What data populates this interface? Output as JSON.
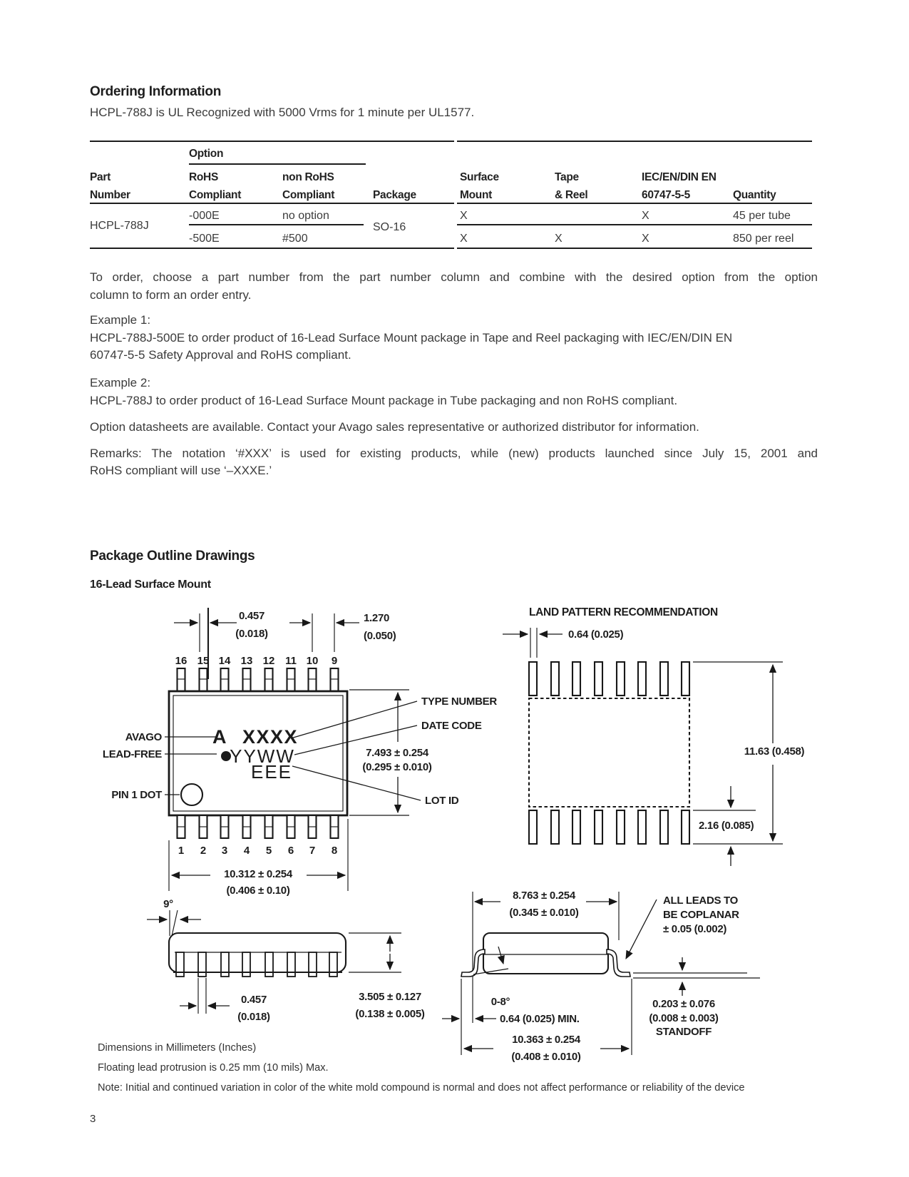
{
  "page_number": "3",
  "ordering": {
    "heading": "Ordering Information",
    "intro": "HCPL-788J is UL Recognized with 5000 Vrms for 1 minute per UL1577.",
    "table": {
      "option_group_label": "Option",
      "columns": {
        "part": [
          "Part",
          "Number"
        ],
        "rohs": [
          "RoHS",
          "Compliant"
        ],
        "non_rohs": [
          "non RoHS",
          "Compliant"
        ],
        "package": "Package",
        "surface": [
          "Surface",
          "Mount"
        ],
        "tape": [
          "Tape",
          "& Reel"
        ],
        "iec": [
          "IEC/EN/DIN EN",
          "60747-5-5"
        ],
        "quantity": "Quantity"
      },
      "part_number": "HCPL-788J",
      "package_value": "SO-16",
      "rows": [
        {
          "rohs": "-000E",
          "non_rohs": "no option",
          "surface": "X",
          "tape": "",
          "iec": "X",
          "quantity": "45 per tube"
        },
        {
          "rohs": "-500E",
          "non_rohs": "#500",
          "surface": "X",
          "tape": "X",
          "iec": "X",
          "quantity": "850 per reel"
        }
      ]
    },
    "para_order_lines": [
      "To order, choose a part number from the part number column and combine with the desired option from the option",
      "column to form an order entry."
    ],
    "example1_label": "Example 1:",
    "example1_lines": [
      "HCPL-788J-500E to order product of 16-Lead Surface Mount package in Tape and Reel packaging with IEC/EN/DIN EN",
      "60747-5-5 Safety Approval and RoHS compliant."
    ],
    "example2_label": "Example 2:",
    "example2_text": "HCPL-788J to order product of 16-Lead Surface Mount package in Tube packaging and non RoHS compliant.",
    "para_options": "Option datasheets are available. Contact your Avago sales representative or authorized distributor for information.",
    "para_remarks_lines": [
      "Remarks: The notation ‘#XXX’ is used for existing products, while (new) products launched since July 15, 2001 and",
      "RoHS compliant will use ‘–XXXE.’"
    ]
  },
  "outline": {
    "heading": "Package Outline Drawings",
    "subheading": "16-Lead Surface Mount",
    "top_view": {
      "pins_top": [
        "16",
        "15",
        "14",
        "13",
        "12",
        "11",
        "10",
        "9"
      ],
      "pins_bottom": [
        "1",
        "2",
        "3",
        "4",
        "5",
        "6",
        "7",
        "8"
      ],
      "dim_lead_width": [
        "0.457",
        "(0.018)"
      ],
      "dim_pitch": [
        "1.270",
        "(0.050)"
      ],
      "label_avago": "AVAGO",
      "label_lead_free": "LEAD-FREE",
      "label_pin1": "PIN 1 DOT",
      "mark_type": "A XXXX",
      "mark_date": "YYWW",
      "mark_lot": "EEE",
      "callout_type": "TYPE NUMBER",
      "callout_date": "DATE CODE",
      "callout_lot": "LOT ID",
      "dim_height": [
        "7.493 ± 0.254",
        "(0.295 ± 0.010)"
      ],
      "dim_width": [
        "10.312 ± 0.254",
        "(0.406 ± 0.10)"
      ]
    },
    "land_pattern": {
      "title": "LAND PATTERN RECOMMENDATION",
      "dim_pad_pitch": "0.64 (0.025)",
      "dim_span": "11.63 (0.458)",
      "dim_pad_len": "2.16 (0.085)"
    },
    "side_view": {
      "dim_angle": "9°",
      "dim_lead_width": [
        "0.457",
        "(0.018)"
      ],
      "dim_height": [
        "3.505 ± 0.127",
        "(0.138 ± 0.005)"
      ]
    },
    "end_view": {
      "dim_body": [
        "8.763 ± 0.254",
        "(0.345 ± 0.010)"
      ],
      "coplanar": [
        "ALL LEADS TO",
        "BE COPLANAR",
        "± 0.05 (0.002)"
      ],
      "dim_lead_angle": "0-8°",
      "dim_foot": "0.64 (0.025) MIN.",
      "dim_span": [
        "10.363 ± 0.254",
        "(0.408 ± 0.010)"
      ],
      "standoff": [
        "0.203 ± 0.076",
        "(0.008 ± 0.003)",
        "STANDOFF"
      ]
    },
    "notes": [
      "Dimensions in Millimeters (Inches)",
      "Floating lead protrusion is 0.25 mm (10 mils) Max.",
      "Note: Initial and continued variation in color of the white mold compound is normal and does not affect performance or reliability of the device"
    ]
  }
}
